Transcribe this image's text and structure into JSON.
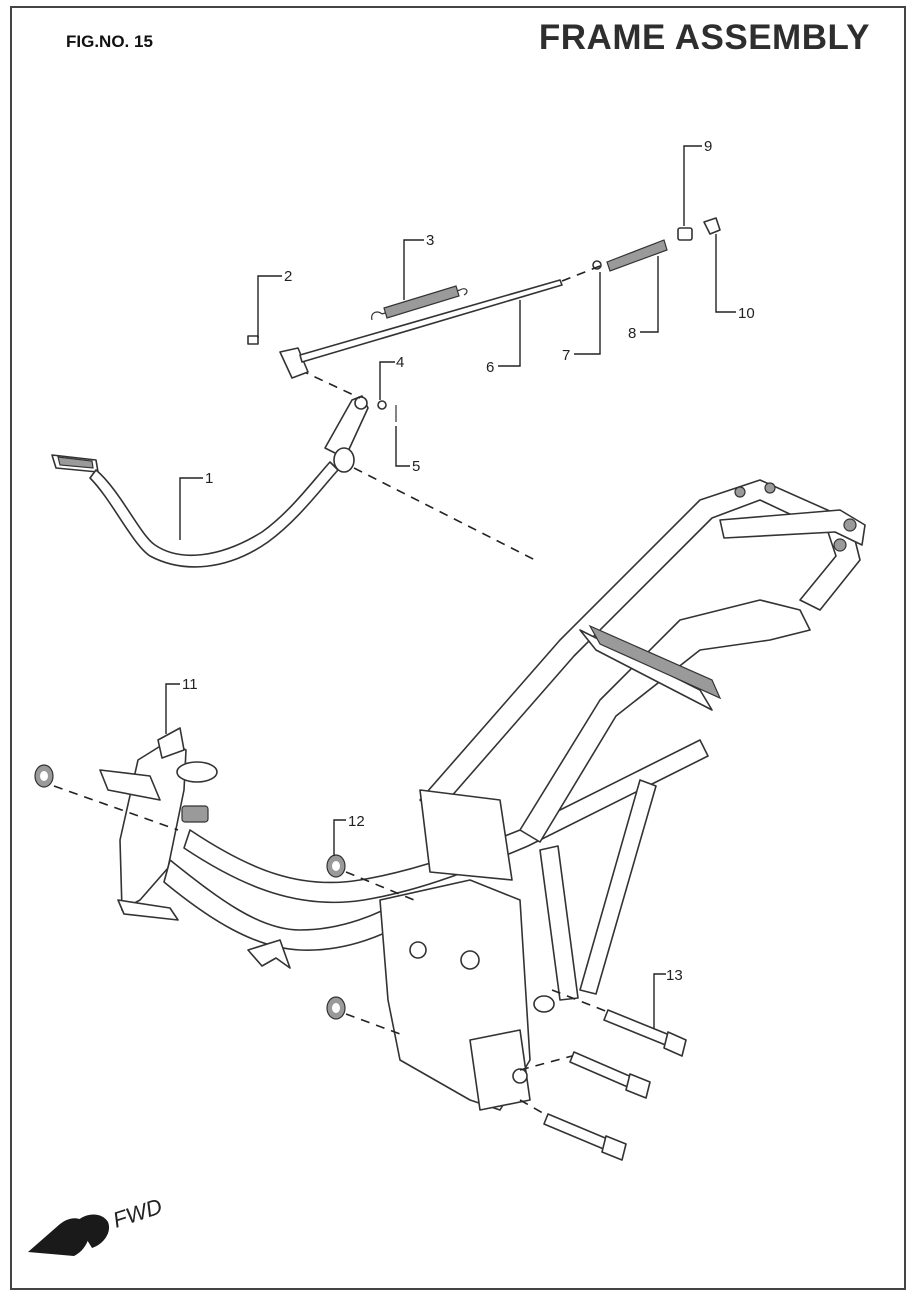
{
  "header": {
    "fig_no": "FIG.NO. 15",
    "title": "FRAME ASSEMBLY"
  },
  "callouts": [
    {
      "id": "c1",
      "label": "1"
    },
    {
      "id": "c2",
      "label": "2"
    },
    {
      "id": "c3",
      "label": "3"
    },
    {
      "id": "c4",
      "label": "4"
    },
    {
      "id": "c5",
      "label": "5"
    },
    {
      "id": "c6",
      "label": "6"
    },
    {
      "id": "c7",
      "label": "7"
    },
    {
      "id": "c8",
      "label": "8"
    },
    {
      "id": "c9",
      "label": "9"
    },
    {
      "id": "c10",
      "label": "10"
    },
    {
      "id": "c11",
      "label": "11"
    },
    {
      "id": "c12",
      "label": "12"
    },
    {
      "id": "c13",
      "label": "13"
    }
  ],
  "direction": {
    "label": "FWD",
    "icon": "forward-arrow-icon"
  }
}
